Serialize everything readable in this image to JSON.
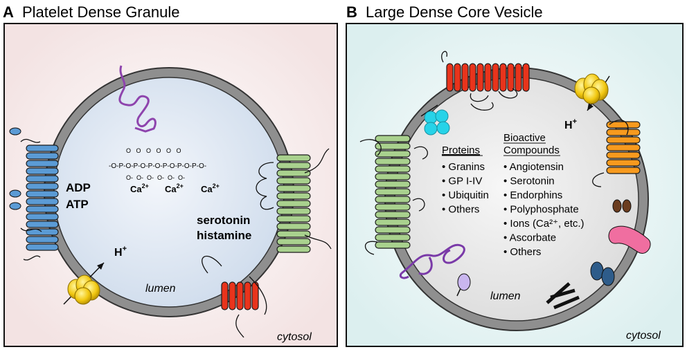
{
  "panelA": {
    "letter": "A",
    "title": "Platelet Dense Granule",
    "background": "#f7eded",
    "lumen_color": "#dde6f1",
    "membrane_color": "#8c8c8c",
    "labels": {
      "adp": "ADP",
      "atp": "ATP",
      "serotonin": "serotonin",
      "histamine": "histamine",
      "h_plus": "H",
      "h_sup": "+",
      "lumen": "lumen",
      "cytosol": "cytosol"
    },
    "polyphosphate": {
      "chain": "-O-P-O-P-O-P-O-P-O-P-O-P-O-",
      "top_oxygens": "O   O   O   O   O   O",
      "bottom_oxygens": "O-  O-  O-  O-  O-  O-",
      "calcium": [
        "Ca",
        "Ca",
        "Ca"
      ],
      "calcium_sup": "2+"
    },
    "colors": {
      "blue_transporter": "#5b9bd5",
      "green_transporter": "#a9d18e",
      "red_transporter": "#e8341c",
      "atpase": "#f2c811",
      "purple_protein": "#8e44ad"
    }
  },
  "panelB": {
    "letter": "B",
    "title": "Large Dense Core Vesicle",
    "background": "#e8f5f5",
    "lumen_color": "#ececec",
    "labels": {
      "h_plus": "H",
      "h_sup": "+",
      "lumen": "lumen",
      "cytosol": "cytosol"
    },
    "proteins": {
      "heading": "Proteins",
      "items": [
        "Granins",
        "GP I-IV",
        "Ubiquitin",
        "Others"
      ]
    },
    "bioactive": {
      "heading_line1": "Bioactive",
      "heading_line2": "Compounds",
      "items": [
        "Angiotensin",
        "Serotonin",
        "Endorphins",
        "Polyphosphate",
        "Ions (Ca²⁺, etc.)",
        "Ascorbate",
        "Others"
      ]
    },
    "colors": {
      "cyan_cluster": "#27d3e8",
      "orange_transporter": "#f79a1e",
      "pink_protein": "#f06ea0",
      "brown_protein": "#6b3d1f",
      "navy_protein": "#2e5c8a",
      "lavender_protein": "#c9b6ef"
    }
  }
}
